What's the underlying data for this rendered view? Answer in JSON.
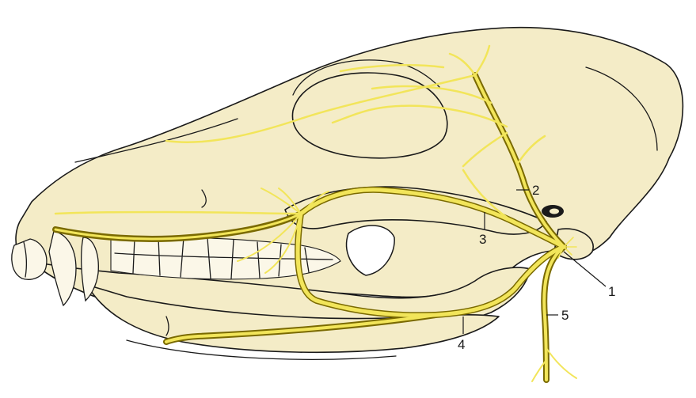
{
  "colors": {
    "bone": "#f4ecc7",
    "outline": "#1a1a1a",
    "nerve": "#f2e55a",
    "nerve_edge": "#7a6a00"
  },
  "labels": {
    "l1": "1",
    "l2": "2",
    "l3": "3",
    "l4": "4",
    "l5": "5"
  }
}
